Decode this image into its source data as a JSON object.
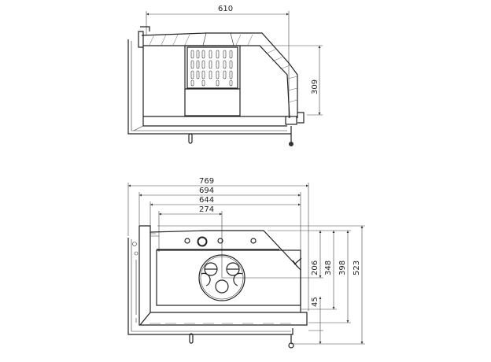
{
  "top_view": {
    "dimensions": {
      "width": "610",
      "depth": "309"
    }
  },
  "front_view": {
    "dimensions": {
      "overall_width": "769",
      "body_width": "694",
      "firebox_width": "644",
      "flue_offset": "274",
      "flue_height": "206",
      "firebox_height": "348",
      "body_height": "398",
      "overall_height": "523",
      "base_height": "45"
    }
  }
}
